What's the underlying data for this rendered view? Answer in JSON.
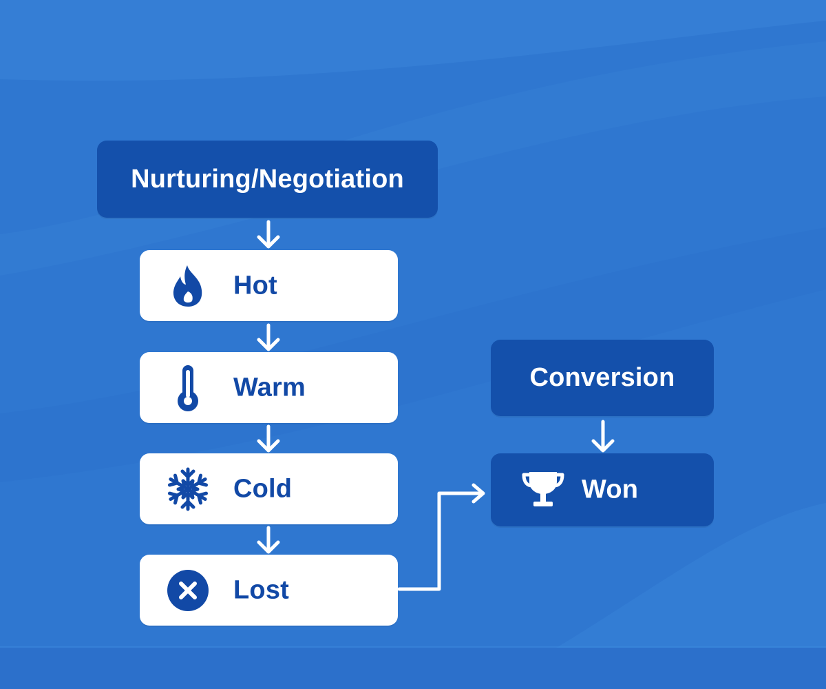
{
  "diagram": {
    "nurturing": {
      "label": "Nurturing/Negotiation"
    },
    "stages": [
      {
        "label": "Hot",
        "icon": "flame-icon"
      },
      {
        "label": "Warm",
        "icon": "thermometer-icon"
      },
      {
        "label": "Cold",
        "icon": "snowflake-icon"
      },
      {
        "label": "Lost",
        "icon": "x-circle-icon"
      }
    ],
    "conversion": {
      "label": "Conversion"
    },
    "won": {
      "label": "Won",
      "icon": "trophy-icon"
    }
  },
  "colors": {
    "background": "#3079d2",
    "dark_node": "#1450ab",
    "light_node": "#ffffff",
    "accent_text": "#1249a6",
    "connector": "#ffffff"
  }
}
